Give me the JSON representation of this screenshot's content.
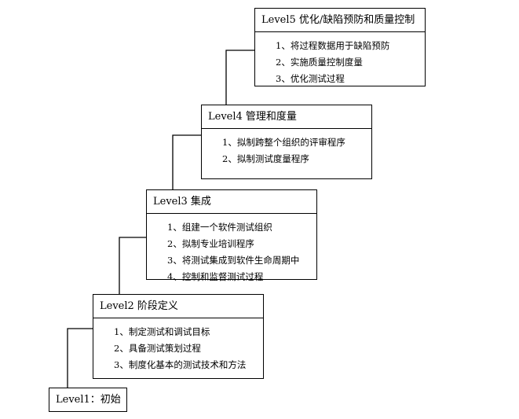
{
  "levels": [
    {
      "title": "Level1：初始",
      "items": []
    },
    {
      "title": "Level2  阶段定义",
      "items": [
        "1、制定测试和调试目标",
        "2、具备测试策划过程",
        "3、制度化基本的测试技术和方法"
      ]
    },
    {
      "title": "Level3  集成",
      "items": [
        "1、组建一个软件测试组织",
        "2、拟制专业培训程序",
        "3、将测试集成到软件生命周期中",
        "4、控制和监督测试过程"
      ]
    },
    {
      "title": "Level4  管理和度量",
      "items": [
        "1、拟制跨整个组织的评审程序",
        "2、拟制测试度量程序"
      ]
    },
    {
      "title": "Level5  优化/缺陷预防和质量控制",
      "items": [
        "1、将过程数据用于缺陷预防",
        "2、实施质量控制度量",
        "3、优化测试过程"
      ]
    }
  ],
  "colors": {
    "line": "#000000",
    "background": "#ffffff"
  }
}
